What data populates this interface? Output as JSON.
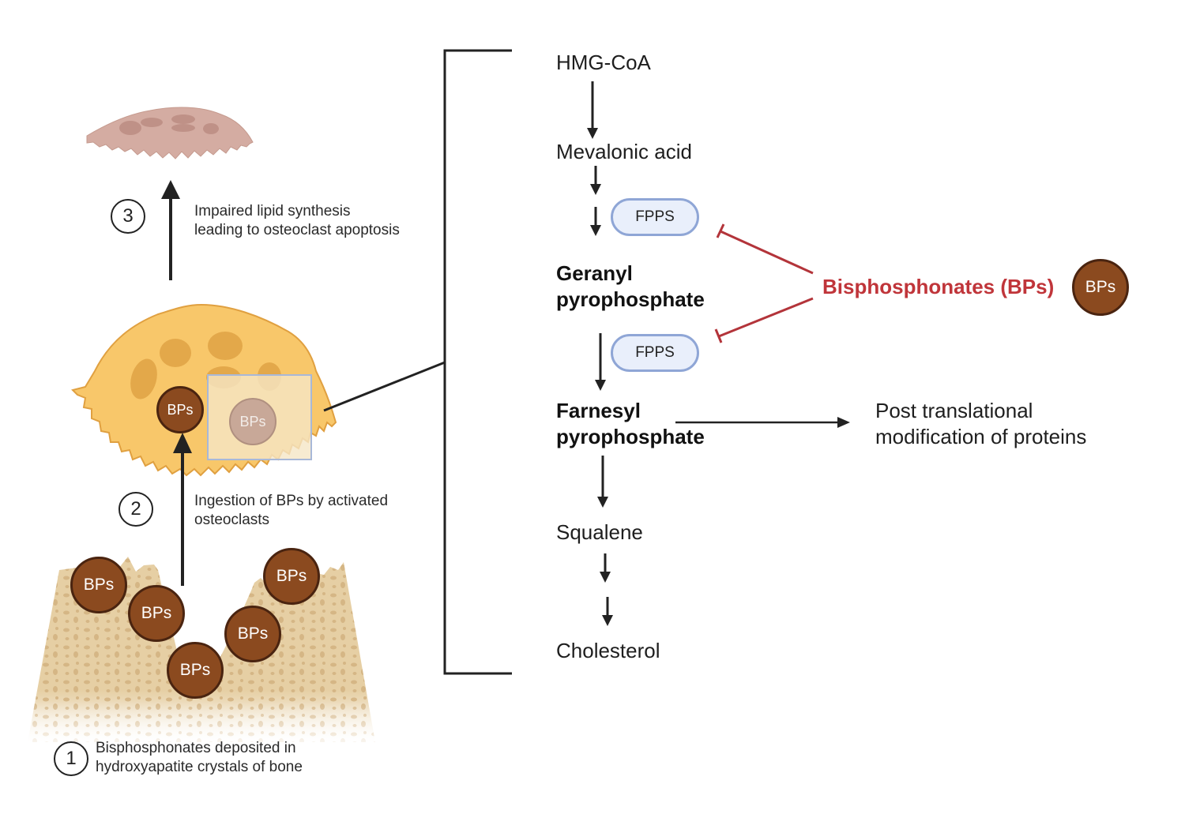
{
  "colors": {
    "bp_fill": "#8b4a1f",
    "bp_stroke": "#4a2410",
    "osteoclast_active": "#f8c76a",
    "osteoclast_apoptotic": "#d4aca2",
    "bone": "#e3cba0",
    "enzyme_fill": "#e9effb",
    "enzyme_border": "#8fa6d6",
    "inhibitor": "#c0353a"
  },
  "left_panel": {
    "steps": [
      {
        "number": "1",
        "line1": "Bisphosphonates deposited in",
        "line2": "hydroxyapatite crystals of bone"
      },
      {
        "number": "2",
        "line1": "Ingestion of BPs by activated",
        "line2": "osteoclasts"
      },
      {
        "number": "3",
        "line1": "Impaired lipid synthesis",
        "line2": "leading to osteoclast apoptosis"
      }
    ],
    "bp_label": "BPs",
    "bone_bp_count": 5
  },
  "pathway": {
    "hmg_coa": "HMG-CoA",
    "mevalonic_acid": "Mevalonic acid",
    "enzyme_1": "FPPS",
    "geranyl_line1": "Geranyl",
    "geranyl_line2": "pyrophosphate",
    "enzyme_2": "FPPS",
    "farnesyl_line1": "Farnesyl",
    "farnesyl_line2": "pyrophosphate",
    "post_line1": "Post translational",
    "post_line2": "modification of proteins",
    "squalene": "Squalene",
    "cholesterol": "Cholesterol"
  },
  "inhibitor": {
    "label": "Bisphosphonates (BPs)",
    "badge": "BPs"
  }
}
